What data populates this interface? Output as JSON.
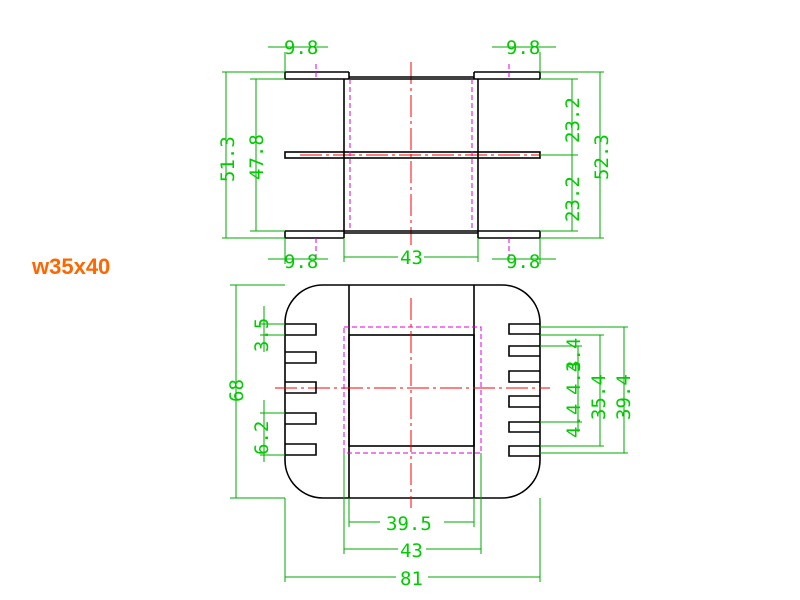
{
  "title": "w35x40",
  "colors": {
    "title": "#ff6600",
    "dimension": "#00cc00",
    "outline": "#000000",
    "centerline": "#ff0000",
    "hidden_line": "#dd00dd"
  },
  "side_view": {
    "flange_width_top_left": "9.8",
    "flange_width_top_right": "9.8",
    "flange_width_bottom_left": "9.8",
    "flange_width_bottom_right": "9.8",
    "overall_height_left": "51.3",
    "inner_height_left": "47.8",
    "upper_bay_right": "23.2",
    "lower_bay_right": "23.2",
    "overall_height_right": "52.3",
    "body_width": "43"
  },
  "top_view": {
    "overall_height": "68",
    "pin_pitch": "3.5",
    "pin_group_span": "6.2",
    "right_pitch_a": "3.4",
    "right_span_a": "4.4",
    "right_span_b": "4.4",
    "window_height": "35.4",
    "outer_height": "39.4",
    "window_width": "39.5",
    "body_width": "43",
    "overall_width": "81"
  }
}
